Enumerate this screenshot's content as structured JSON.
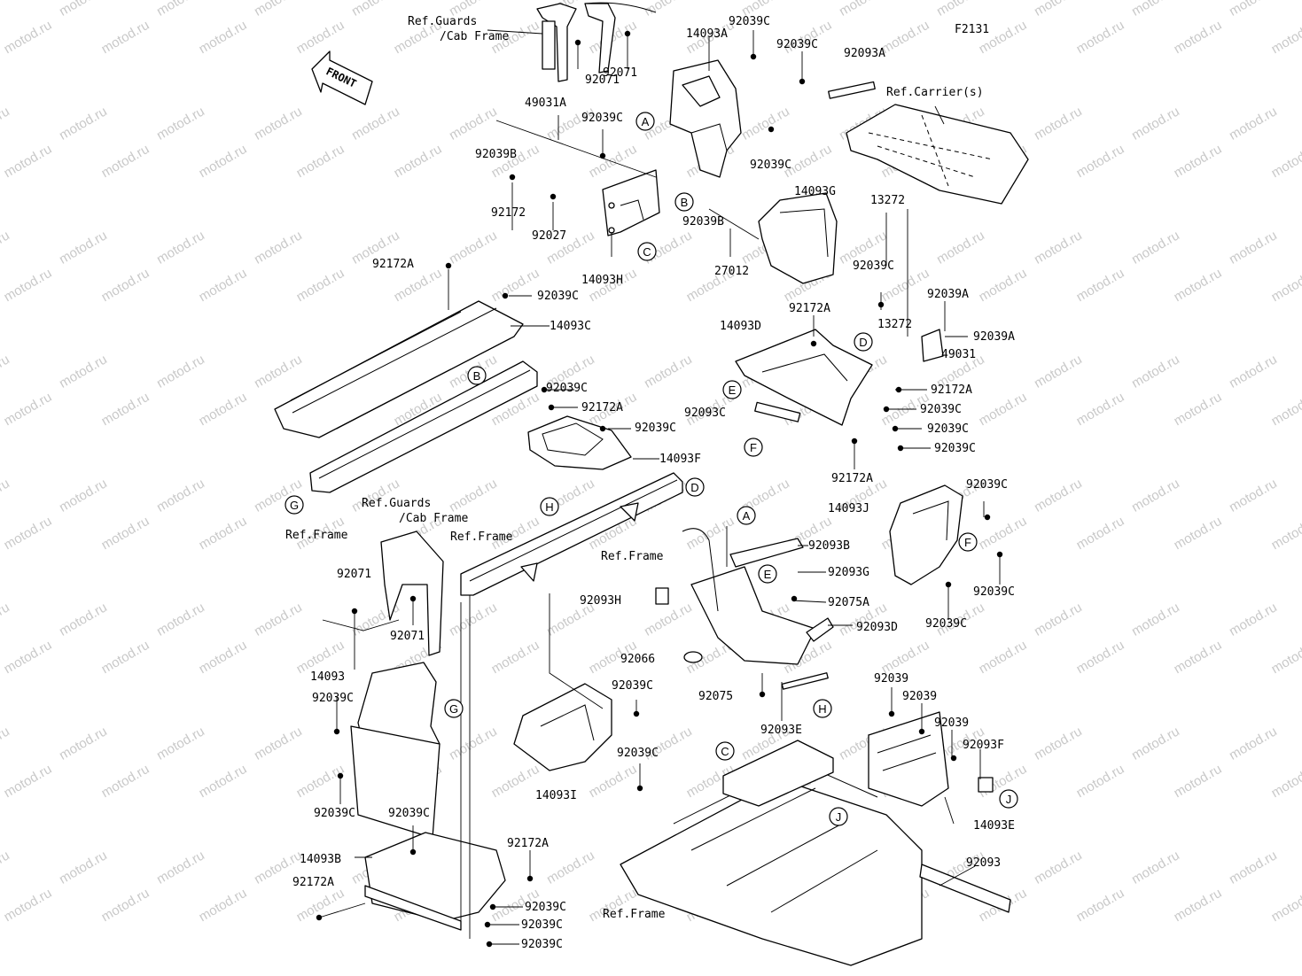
{
  "figure_code": "F2131",
  "front_label": "FRONT",
  "watermark": "motod.ru",
  "labels": [
    "Ref.Guards",
    "/Cab Frame",
    "92071",
    "92071",
    "14093A",
    "92039C",
    "92039C",
    "49031A",
    "92039C",
    "92039B",
    "92172",
    "92027",
    "14093H",
    "92039C",
    "92039B",
    "27012",
    "14093G",
    "13272",
    "92093A",
    "Ref.Carrier(s)",
    "92172A",
    "92039C",
    "14093C",
    "92039C",
    "92172A",
    "92039C",
    "14093F",
    "14093D",
    "92172A",
    "92039C",
    "13272",
    "92039A",
    "92039A",
    "49031",
    "92172A",
    "92039C",
    "92039C",
    "92039C",
    "92172A",
    "92093C",
    "Ref.Frame",
    "Ref.Guards",
    "/Cab Frame",
    "Ref.Frame",
    "92071",
    "92071",
    "14093",
    "92039C",
    "92039C",
    "92039C",
    "92093B",
    "Ref.Frame",
    "92093G",
    "92093H",
    "92075A",
    "92093D",
    "92066",
    "92075",
    "92093E",
    "14093J",
    "92039C",
    "92039C",
    "92039C",
    "92039C",
    "92039C",
    "14093I",
    "92039",
    "92039",
    "92039",
    "92093F",
    "14093E",
    "92172A",
    "14093B",
    "92172A",
    "92039C",
    "92039C",
    "92039C",
    "92093",
    "Ref.Frame"
  ],
  "callouts": [
    "A",
    "B",
    "C",
    "B",
    "D",
    "E",
    "F",
    "G",
    "H",
    "D",
    "A",
    "E",
    "F",
    "G",
    "C",
    "H",
    "J",
    "J"
  ],
  "icons": {
    "front_arrow": "front-arrow-icon"
  }
}
